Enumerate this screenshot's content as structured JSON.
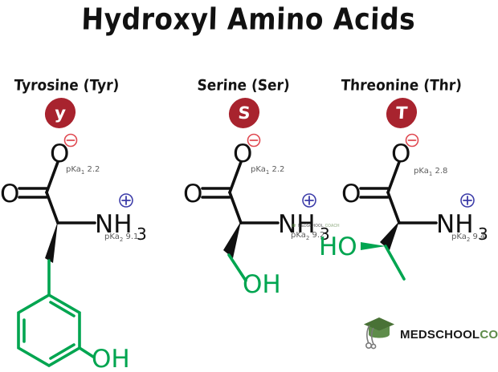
{
  "title": "Hydroxyl Amino Acids",
  "amino_acids": [
    {
      "id": "tyrosine",
      "name": "Tyrosine (Tyr)",
      "letter": "y",
      "badge_color": "#A8232E",
      "pka1_label": "pKa",
      "pka1_sub": "1",
      "pka1_value": "2.2",
      "pka2_label": "pKa",
      "pka2_sub": "2",
      "pka2_value": "9.1",
      "side_chain_group": "OH",
      "amine": "NH",
      "amine_sub": "3",
      "charge_negative": "⊖",
      "charge_positive": "⊕"
    },
    {
      "id": "serine",
      "name": "Serine (Ser)",
      "letter": "S",
      "badge_color": "#A8232E",
      "pka1_label": "pKa",
      "pka1_sub": "1",
      "pka1_value": "2.2",
      "pka2_label": "pKa",
      "pka2_sub": "2",
      "pka2_value": "9.2",
      "side_chain_group": "OH",
      "amine": "NH",
      "amine_sub": "3",
      "charge_negative": "⊖",
      "charge_positive": "⊕"
    },
    {
      "id": "threonine",
      "name": "Threonine  (Thr)",
      "letter": "T",
      "badge_color": "#A8232E",
      "pka1_label": "pKa",
      "pka1_sub": "1",
      "pka1_value": "2.8",
      "pka2_label": "pKa",
      "pka2_sub": "2",
      "pka2_value": "9.4",
      "side_chain_group": "HO",
      "amine": "NH",
      "amine_sub": "3",
      "charge_negative": "⊖",
      "charge_positive": "⊕"
    }
  ],
  "atoms": {
    "oxygen": "O",
    "oxygen_double": "O"
  },
  "logo": {
    "med": "MEDSCHOOL",
    "coach": "COACH",
    "cap_color": "#4F7A3A",
    "text_color": "#1a1a1a",
    "coach_color": "#5E8C4A"
  },
  "watermark": {
    "med": "MEDSCHOOL",
    "coach": "COACH"
  },
  "colors": {
    "side_chain_green": "#00A550",
    "backbone_black": "#101010",
    "negative_red": "#E04A52",
    "positive_blue": "#3B3BA8",
    "badge_red": "#A8232E"
  }
}
